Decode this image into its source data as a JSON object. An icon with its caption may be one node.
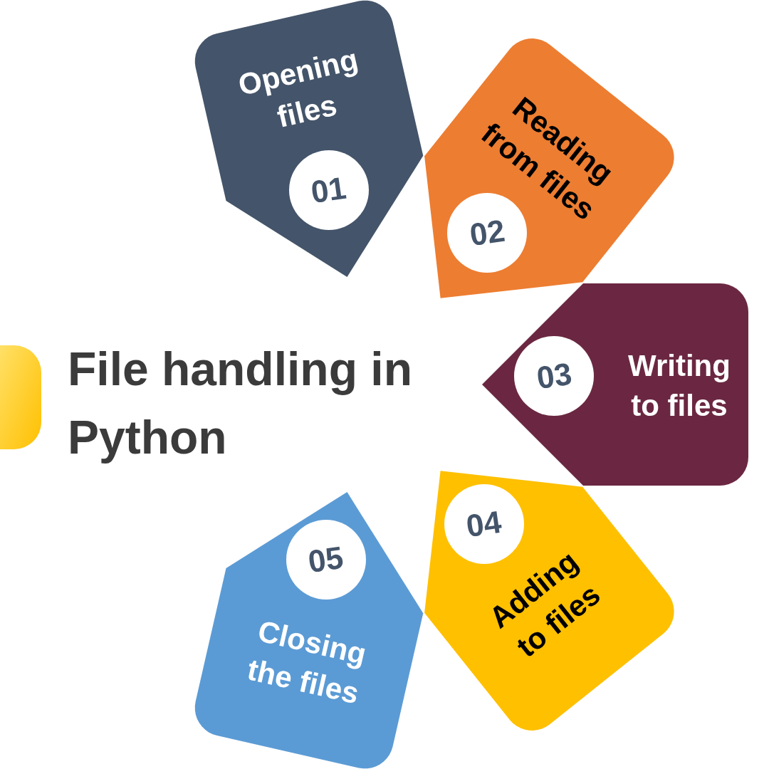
{
  "diagram": {
    "title": "File handling in Python",
    "nodes": [
      {
        "text": [
          "Opening files"
        ]
      },
      {
        "text": [
          "01"
        ],
        "in": 0
      },
      {
        "text": [
          "Reading from files"
        ]
      },
      {
        "text": [
          "02"
        ],
        "in": 2
      },
      {
        "text": [
          "Writing to files"
        ]
      },
      {
        "text": [
          "03"
        ],
        "in": 4
      },
      {
        "text": [
          "Adding to files"
        ]
      },
      {
        "text": [
          "04"
        ],
        "in": 6
      },
      {
        "text": [
          "Closing the files"
        ]
      },
      {
        "text": [
          "05"
        ],
        "in": 8
      },
      {
        "text": [],
        "shape": "box"
      }
    ]
  }
}
